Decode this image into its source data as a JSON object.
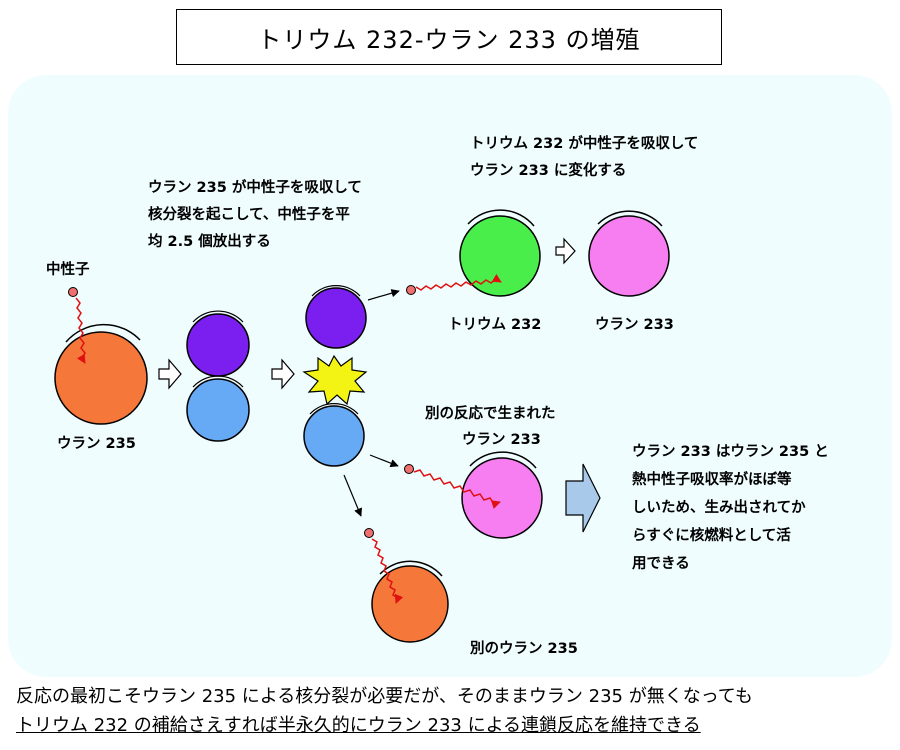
{
  "title": "トリウム 232-ウラン 233 の増殖",
  "labels": {
    "neutron": "中性子",
    "uranium235": "ウラン 235",
    "fission_line1": "ウラン 235 が中性子を吸収して",
    "fission_line2": "核分裂を起こして、中性子を平",
    "fission_line3": "均 2.5 個放出する",
    "absorb_line1": "トリウム 232 が中性子を吸収して",
    "absorb_line2": "ウラン 233 に変化する",
    "thorium232": "トリウム 232",
    "uranium233": "ウラン 233",
    "other_reaction_line1": "別の反応で生まれた",
    "other_reaction_line2": "ウラン 233",
    "other_uranium235": "別のウラン 235",
    "note_line1": "ウラン 233 はウラン 235 と",
    "note_line2": "熱中性子吸収率がほぼ等",
    "note_line3": "しいため、生み出されてか",
    "note_line4": "らすぐに核燃料として活",
    "note_line5": "用できる"
  },
  "footer": {
    "line1": "反応の最初こそウラン 235 による核分裂が必要だが、そのままウラン 235 が無くなっても",
    "line2": "トリウム 232 の補給さえすれば半永久的にウラン 233 による連鎖反応を維持できる"
  },
  "colors": {
    "panel": "#f0fdfe",
    "uranium235": "#f5773a",
    "uranium233": "#f67ef0",
    "thorium232": "#4aee4a",
    "fragment_purple": "#7a1ff0",
    "fragment_blue": "#66aaf6",
    "neutron": "#f06f6f",
    "neutron_path": "#e01010",
    "explosion": "#f4f414",
    "big_arrow": "#a8c9ea"
  }
}
